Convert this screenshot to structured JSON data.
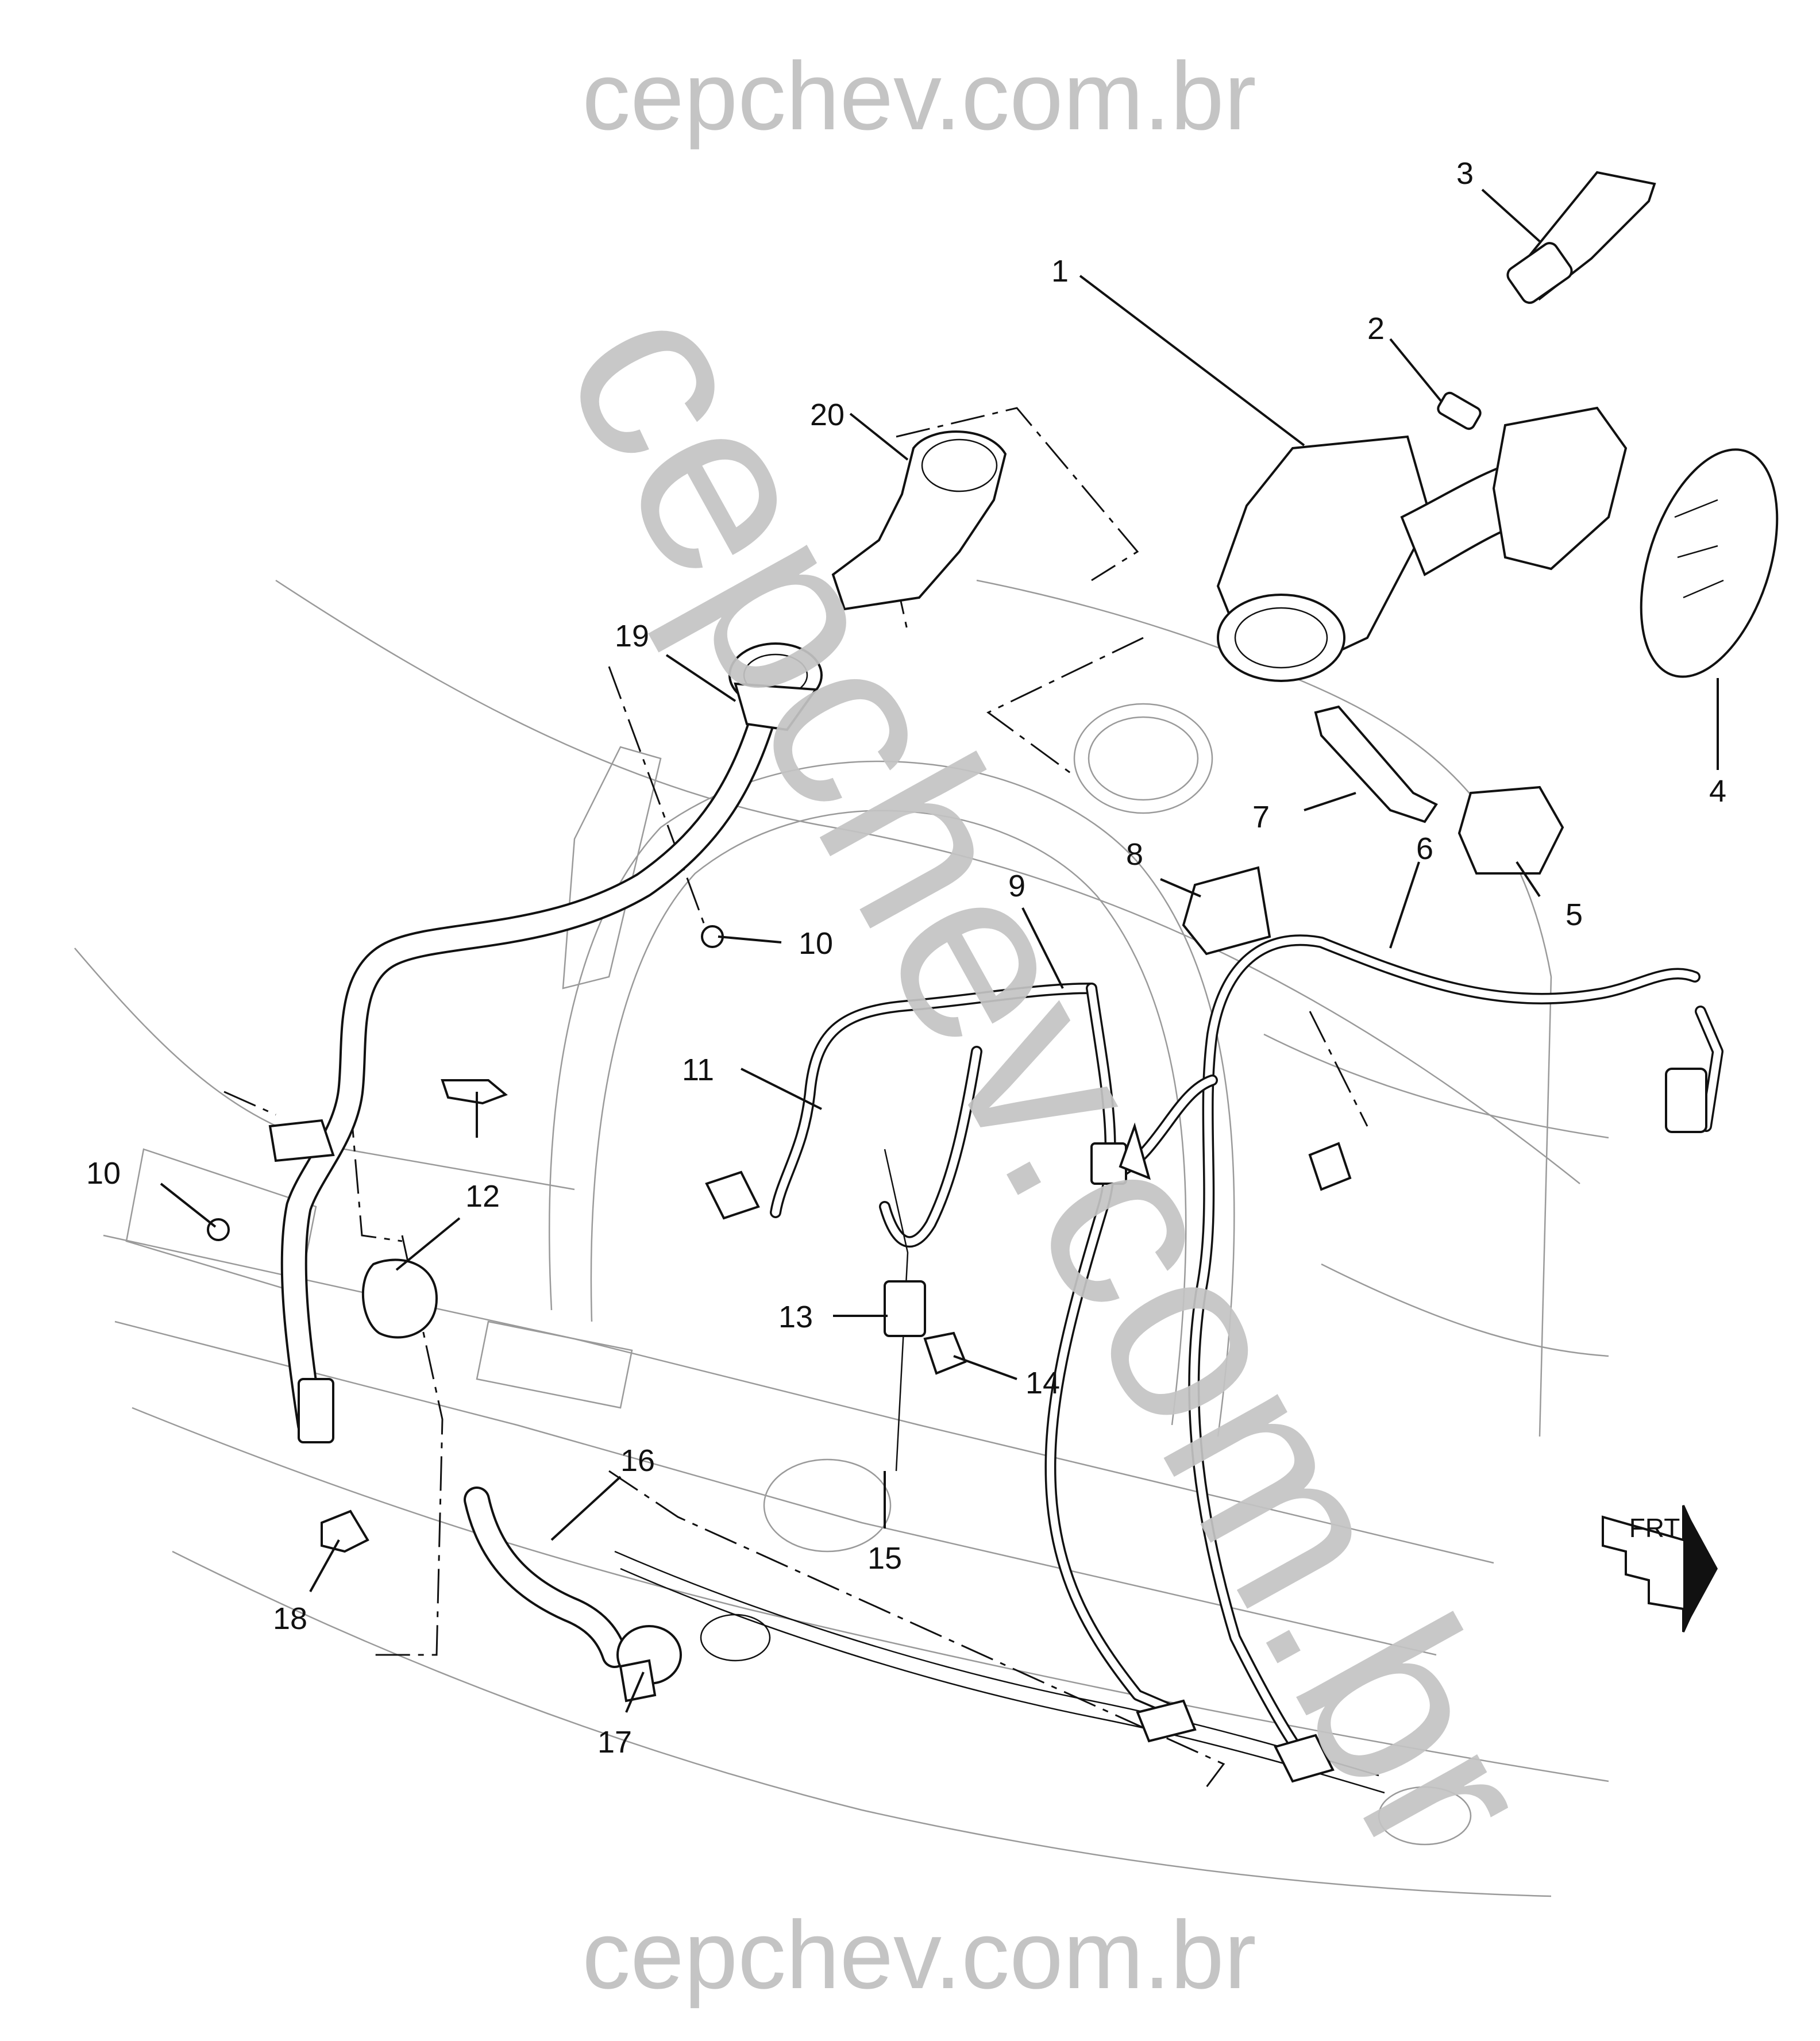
{
  "watermarks": {
    "top": "cepchev.com.br",
    "bottom": "cepchev.com.br",
    "diagonal": "cepchev.com.br"
  },
  "callouts": [
    {
      "id": "c1",
      "label": "1"
    },
    {
      "id": "c2",
      "label": "2"
    },
    {
      "id": "c3",
      "label": "3"
    },
    {
      "id": "c4",
      "label": "4"
    },
    {
      "id": "c5",
      "label": "5"
    },
    {
      "id": "c6",
      "label": "6"
    },
    {
      "id": "c7",
      "label": "7"
    },
    {
      "id": "c8",
      "label": "8"
    },
    {
      "id": "c9",
      "label": "9"
    },
    {
      "id": "c10a",
      "label": "10"
    },
    {
      "id": "c10b",
      "label": "10"
    },
    {
      "id": "c11",
      "label": "11"
    },
    {
      "id": "c12",
      "label": "12"
    },
    {
      "id": "c13",
      "label": "13"
    },
    {
      "id": "c14",
      "label": "14"
    },
    {
      "id": "c15",
      "label": "15"
    },
    {
      "id": "c16",
      "label": "16"
    },
    {
      "id": "c17",
      "label": "17"
    },
    {
      "id": "c18",
      "label": "18"
    },
    {
      "id": "c19",
      "label": "19"
    },
    {
      "id": "c20",
      "label": "20"
    }
  ],
  "orientation_symbol": {
    "label": "FRT",
    "icon": "front-arrow-icon"
  },
  "colors": {
    "watermark": "#c4c4c4",
    "line": "#111111",
    "body_outline": "#9a9a9a"
  }
}
